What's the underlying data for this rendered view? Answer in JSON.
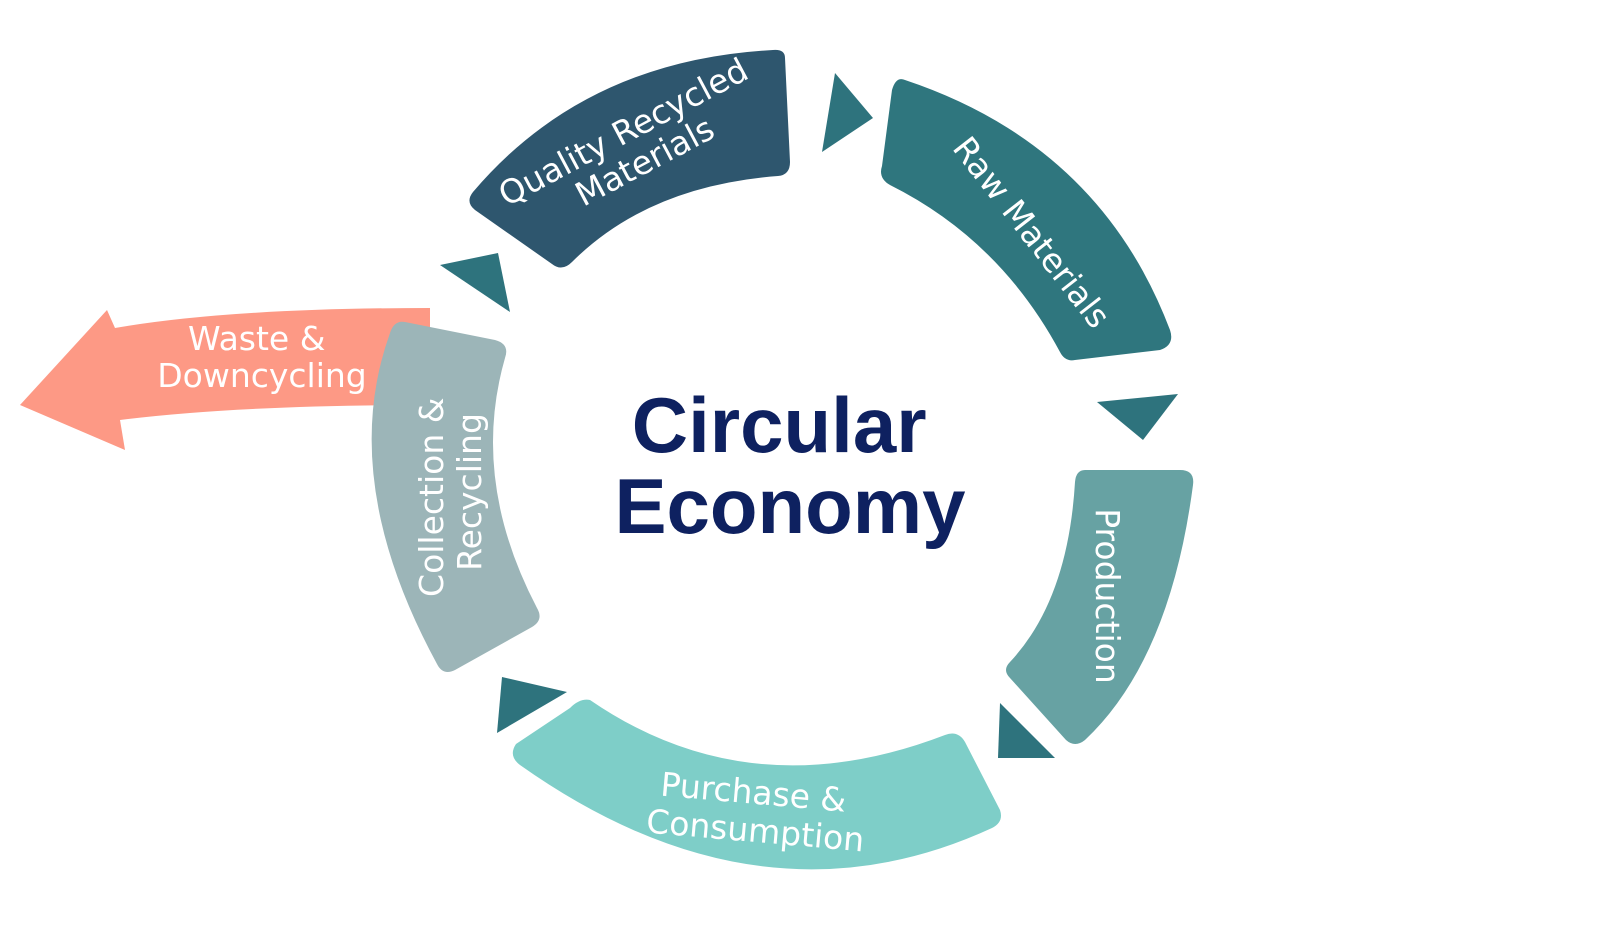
{
  "title": {
    "line1": "Circular",
    "line2": "Economy"
  },
  "stages": [
    {
      "id": "raw",
      "label": [
        "Raw Materials"
      ],
      "color": "#2f767e"
    },
    {
      "id": "production",
      "label": [
        "Production"
      ],
      "color": "#67a2a3"
    },
    {
      "id": "purchase",
      "label": [
        "Purchase &",
        "Consumption"
      ],
      "color": "#7ecec8"
    },
    {
      "id": "collection",
      "label": [
        "Collection &",
        "Recycling"
      ],
      "color": "#9cb5b8"
    },
    {
      "id": "quality",
      "label": [
        "Quality Recycled",
        "Materials"
      ],
      "color": "#2e566e"
    }
  ],
  "waste": {
    "label": [
      "Waste &",
      "Downcycling"
    ],
    "color": "#fd9985"
  },
  "connector_color": "#2e737d",
  "background": "#ffffff"
}
